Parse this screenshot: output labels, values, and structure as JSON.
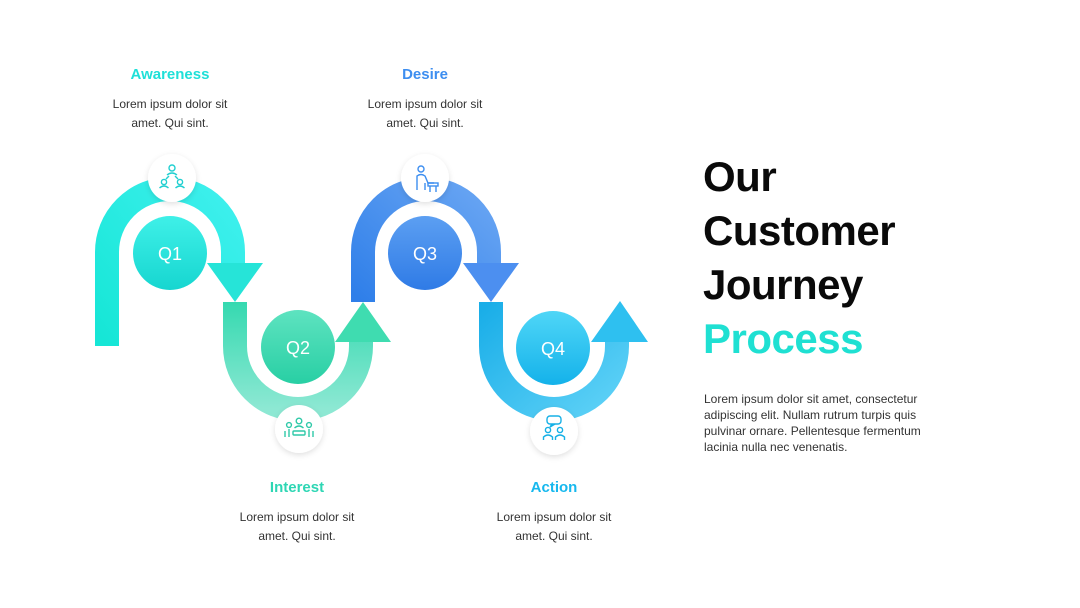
{
  "title": {
    "line1": "Our",
    "line2": "Customer",
    "line3": "Journey",
    "accent": "Process"
  },
  "description": "Lorem ipsum dolor sit amet, consectetur adipiscing elit. Nullam rutrum turpis quis pulvinar ornare. Pellentesque fermentum lacinia nulla nec venenatis.",
  "steps": [
    {
      "quarter": "Q1",
      "name": "Awareness",
      "text": "Lorem ipsum dolor sit\namet. Qui sint.",
      "color": "#1fe0d8",
      "icon": "people-network-icon"
    },
    {
      "quarter": "Q2",
      "name": "Interest",
      "text": "Lorem ipsum dolor sit\namet. Qui sint.",
      "color": "#2ed6b4",
      "icon": "meeting-group-icon"
    },
    {
      "quarter": "Q3",
      "name": "Desire",
      "text": "Lorem ipsum dolor sit\namet. Qui sint.",
      "color": "#3d8ef0",
      "icon": "person-desk-icon"
    },
    {
      "quarter": "Q4",
      "name": "Action",
      "text": "Lorem ipsum dolor sit\namet. Qui sint.",
      "color": "#16b8ee",
      "icon": "chat-people-icon"
    }
  ],
  "colors": {
    "teal": "#1fe0d8",
    "green": "#2ed6b4",
    "blue": "#3d8ef0",
    "sky": "#16b8ee",
    "title_accent": "#1fe0d2"
  }
}
